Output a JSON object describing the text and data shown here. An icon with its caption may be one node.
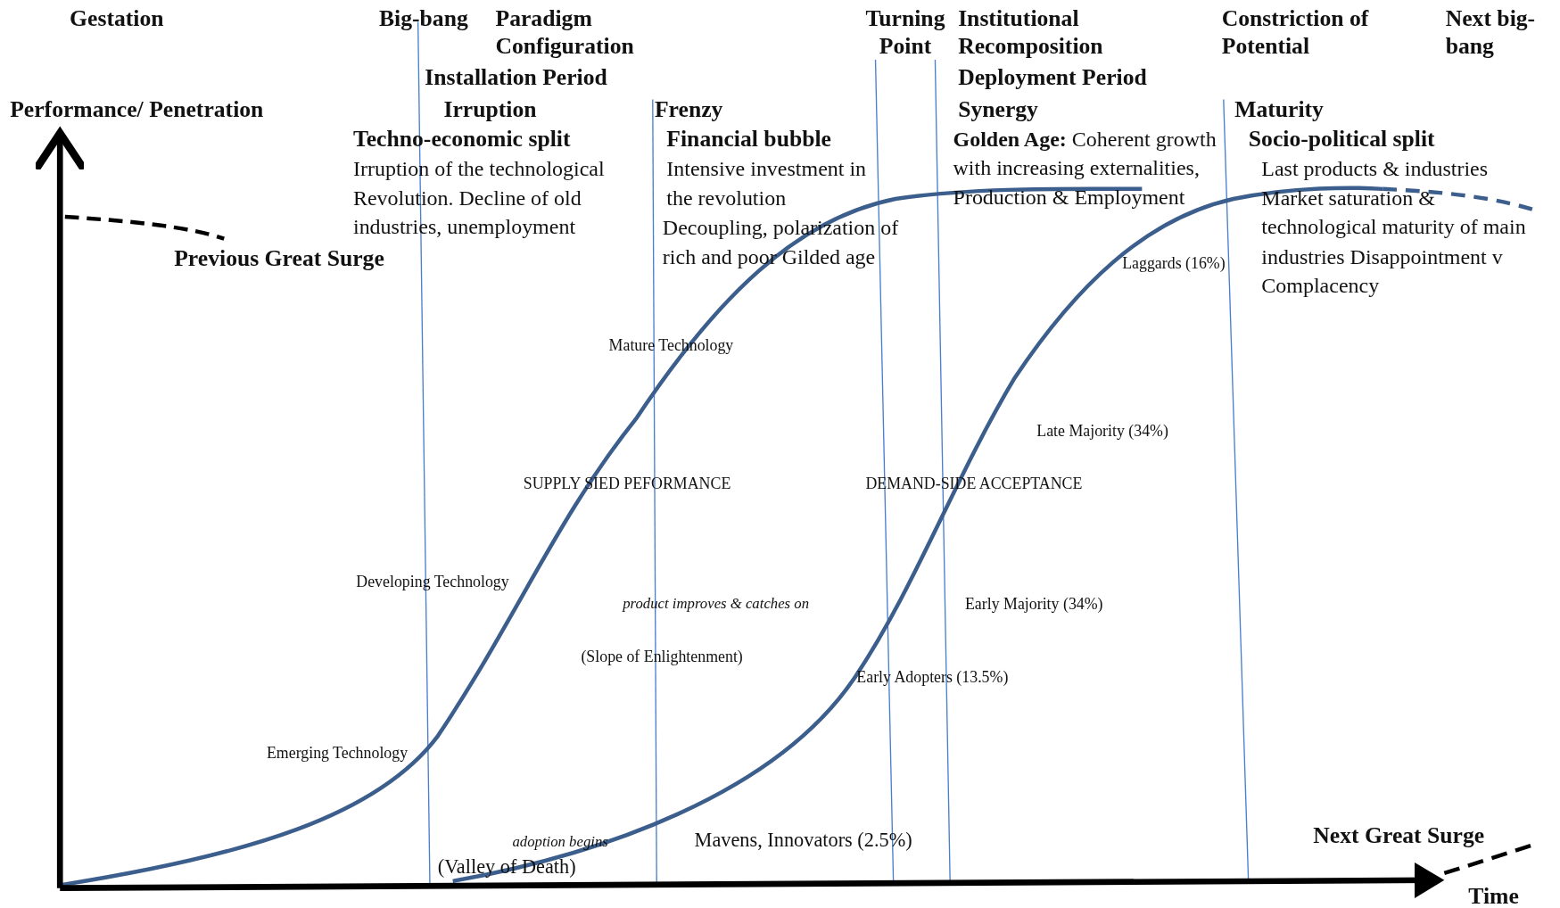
{
  "diagram": {
    "labels": [
      "Gestation",
      "Big-bang",
      "Paradigm Configuration",
      "Installation Period",
      "Performance/ Penetration",
      "Irruption",
      "Frenzy",
      "Turning Point",
      "Institutional Recomposition",
      "Deployment Period",
      "Synergy",
      "Constriction of Potential",
      "Next big-bang",
      "Maturity",
      "Techno-economic split",
      "Irruption of the technological Revolution. Decline of old industries, unemployment",
      "Financial bubble",
      "Intensive investment in the revolution",
      "Decoupling, polarization of rich and poor Gilded age",
      "**Golden Age:** Coherent growth with increasing externalities, Production & Employment",
      "Socio-political split",
      "Last products & industries Market saturation & technological maturity of main industries Disappointment v Complacency",
      "Previous Great Surge",
      "Laggards (16%)",
      "Mature Technology",
      "Late Majority (34%)",
      "SUPPLY SIED PEFORMANCE",
      "DEMAND-SIDE ACCEPTANCE",
      "Developing Technology",
      "product improves & catches on",
      "Early Majority (34%)",
      "(Slope of Enlightenment)",
      "Early Adopters (13.5%)",
      "Emerging Technology",
      "adoption begins",
      "Mavens, Innovators (2.5%)",
      "Next Great Surge",
      "(Valley of Death)",
      "Time"
    ]
  }
}
